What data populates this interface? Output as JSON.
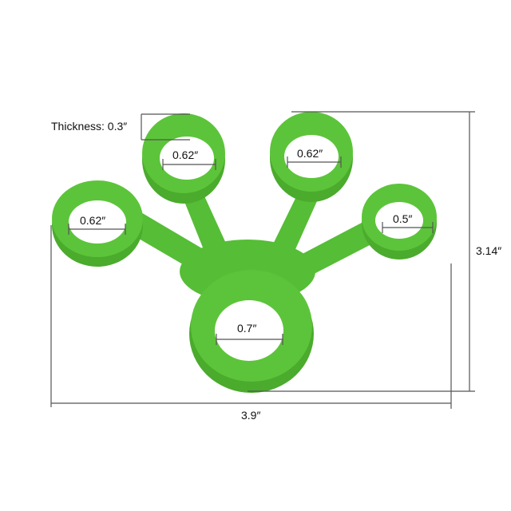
{
  "product": {
    "name": "finger-stretcher",
    "color": "#5cc43a",
    "shade": "#4aab2c",
    "line_color": "#555555"
  },
  "labels": {
    "thickness": "Thickness: 0.3″",
    "ring_top_left": "0.62″",
    "ring_top_right": "0.62″",
    "ring_left": "0.62″",
    "ring_right": "0.5″",
    "ring_bottom": "0.7″",
    "width": "3.9″",
    "height": "3.14″"
  }
}
